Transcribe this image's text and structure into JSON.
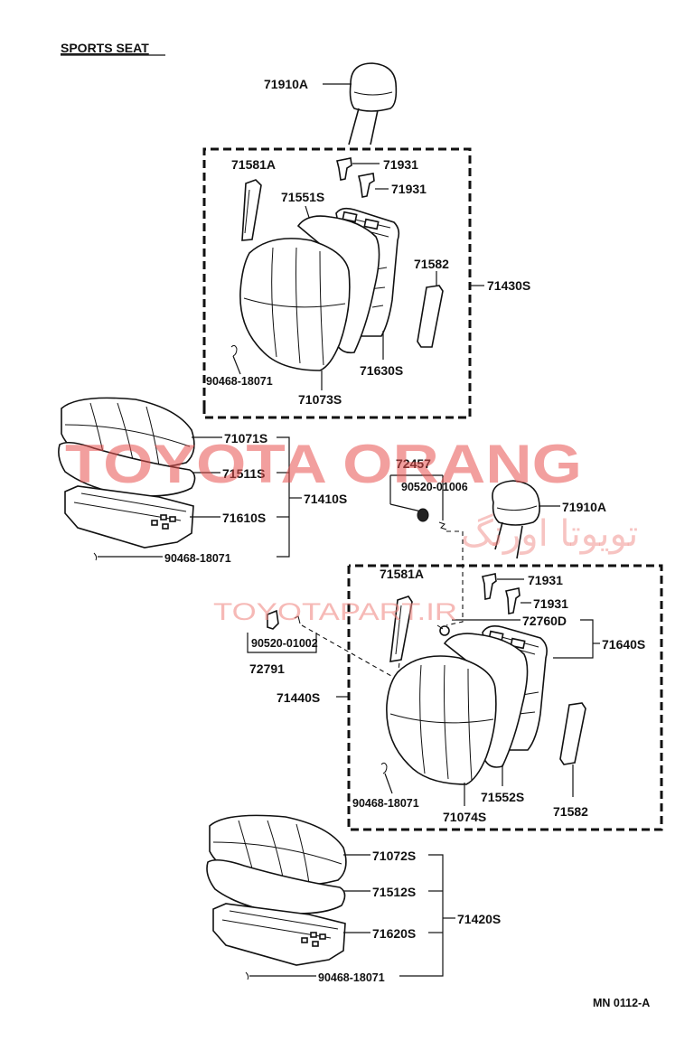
{
  "title": "SPORTS SEAT",
  "footer_code": "MN 0112-A",
  "watermark": {
    "main": "TOYOTA ORANG",
    "persian": "تویوتا اورنگ",
    "url": "TOYOTAPART.IR"
  },
  "parts": {
    "headrest_upper": "71910A",
    "headrest_lower": "71910A",
    "guide_71581A_upper": "71581A",
    "guide_71581A_lower": "71581A",
    "support_71931_a": "71931",
    "support_71931_b": "71931",
    "support_71931_c": "71931",
    "support_71931_d": "71931",
    "pad_71551S": "71551S",
    "cover_71582_upper": "71582",
    "cover_71582_lower": "71582",
    "frame_71630S": "71630S",
    "assy_71430S": "71430S",
    "hogring_upper_back": "90468-18071",
    "cover_71073S": "71073S",
    "cover_71071S": "71071S",
    "pad_71511S": "71511S",
    "assy_71410S": "71410S",
    "frame_71610S": "71610S",
    "hogring_cushion_upper": "90468-18071",
    "part_72457": "72457",
    "bolt_90520_01006": "90520-01006",
    "bolt_90520_01002": "90520-01002",
    "part_72791": "72791",
    "part_72760D": "72760D",
    "assy_71640S": "71640S",
    "assy_71440S": "71440S",
    "pad_71552S": "71552S",
    "hogring_lower_back": "90468-18071",
    "cover_71074S": "71074S",
    "cover_71072S": "71072S",
    "pad_71512S": "71512S",
    "assy_71420S": "71420S",
    "frame_71620S": "71620S",
    "hogring_cushion_lower": "90468-18071"
  }
}
